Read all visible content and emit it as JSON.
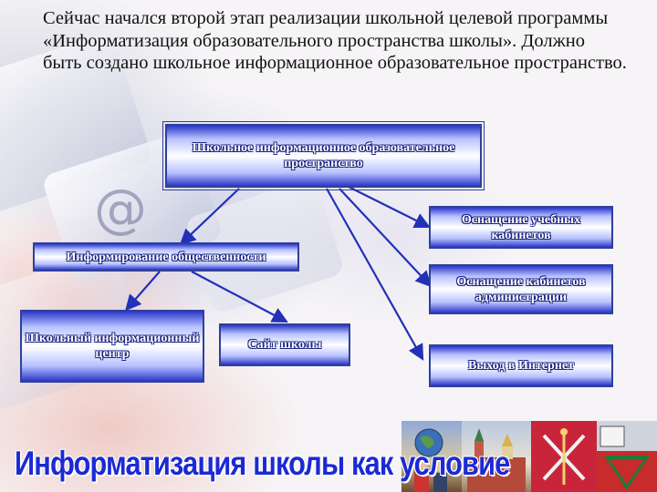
{
  "intro_text": "Сейчас начался второй этап реализации  школьной целевой программы «Информатизация образовательного пространства школы». Должно быть создано школьное информационное образовательное пространство.",
  "diagram": {
    "root": "Школьное информационное образовательное пространство",
    "equipment_classrooms": "Оснащение учебных кабинетов",
    "public_informing": "Информирование общественности",
    "equipment_admin": "Оснащение кабинетов администрации",
    "info_center": "Школьный информационный центр",
    "school_site": "Сайт школы",
    "internet_access": "Выход в Интернет"
  },
  "bottom_title": "Информатизация школы как условие",
  "colors": {
    "box_edge": "#2c39c9",
    "box_border": "#2f3f9a",
    "arrow": "#2330b8",
    "title": "#1b2ad4"
  },
  "icons": {
    "background_key": "at-sign-icon",
    "photos": [
      "globe-children-photo",
      "kremlin-photo",
      "emblem-photo",
      "flag-photo"
    ]
  }
}
